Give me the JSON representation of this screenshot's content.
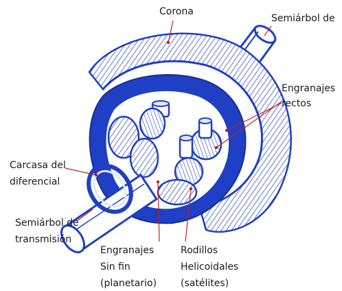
{
  "labels": {
    "corona": "Corona",
    "semiarbol_de": "Semiárbol de",
    "engranajes_rectos_1": "Engranajes",
    "engranajes_rectos_2": "rectos",
    "carcasa_1": "Carcasa del",
    "carcasa_2": "diferencial",
    "semiarbol_trans_1": "Semiárbol de",
    "semiarbol_trans_2": "transmisión",
    "sinfin_1": "Engranajes",
    "sinfin_2": "Sin fin",
    "sinfin_3": "(planetario)",
    "rodillos_1": "Rodillos",
    "rodillos_2": "Helicoidales",
    "rodillos_3": "(satélites)"
  },
  "colors": {
    "ink_blue": "#1f3fc4",
    "light_blue": "#dfe6ff",
    "leader_red": "#c02020",
    "text": "#1a1a1a"
  }
}
